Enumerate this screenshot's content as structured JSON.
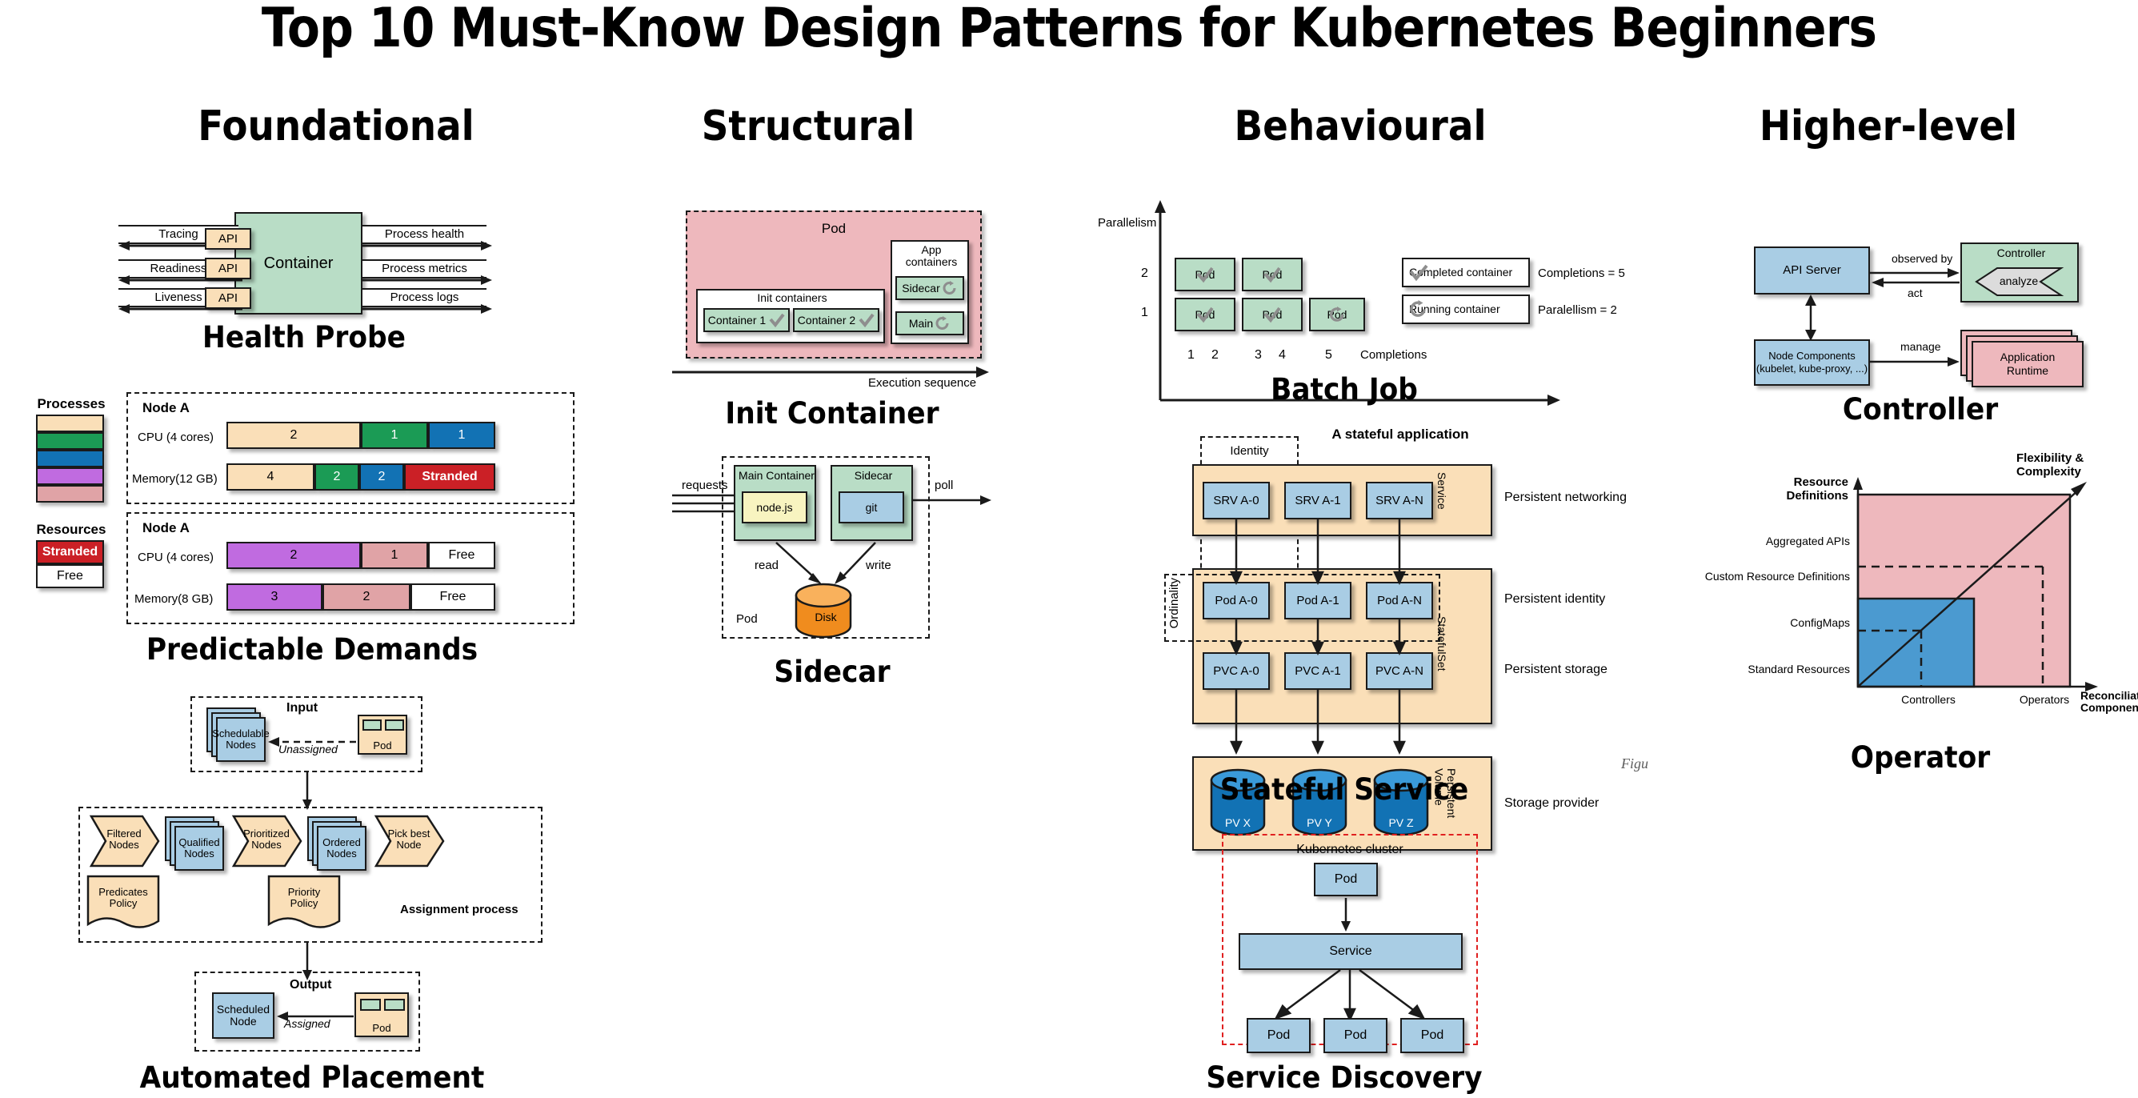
{
  "title": "Top 10 Must-Know Design Patterns for Kubernetes Beginners",
  "columns": [
    {
      "label": "Foundational"
    },
    {
      "label": "Structural"
    },
    {
      "label": "Behavioural"
    },
    {
      "label": "Higher-level"
    }
  ],
  "patterns": {
    "health_probe": {
      "title": "Health Probe",
      "left_arrows": [
        "Tracing",
        "Readiness",
        "Liveness"
      ],
      "api_boxes": [
        "API",
        "API",
        "API"
      ],
      "container": "Container",
      "right_arrows": [
        "Process health",
        "Process metrics",
        "Process logs"
      ]
    },
    "predictable_demands": {
      "title": "Predictable Demands",
      "legend_processes_title": "Processes",
      "legend_resources_title": "Resources",
      "legend_resources": [
        "Stranded",
        "Free"
      ],
      "node_top": {
        "name": "Node A",
        "cpu_label": "CPU (4 cores)",
        "cpu_segments": [
          "2",
          "1",
          "1"
        ],
        "mem_label": "Memory(12 GB)",
        "mem_segments": [
          "4",
          "2",
          "2",
          "Stranded"
        ]
      },
      "node_bottom": {
        "name": "Node A",
        "cpu_label": "CPU (4 cores)",
        "cpu_segments": [
          "2",
          "1",
          "Free"
        ],
        "mem_label": "Memory(8 GB)",
        "mem_segments": [
          "3",
          "2",
          "Free"
        ]
      }
    },
    "automated_placement": {
      "title": "Automated Placement",
      "input_label": "Input",
      "schedulable_nodes": "Schedulable\nNodes",
      "unassigned": "Unassigned",
      "pod": "Pod",
      "process_label": "Assignment process",
      "steps": [
        "Filtered\nNodes",
        "Qualified\nNodes",
        "Prioritized\nNodes",
        "Ordered\nNodes",
        "Pick best\nNode"
      ],
      "policies": [
        "Predicates\nPolicy",
        "Priority\nPolicy"
      ],
      "output_label": "Output",
      "scheduled_node": "Scheduled\nNode",
      "assigned": "Assigned",
      "output_pod": "Pod"
    },
    "init_container": {
      "title": "Init Container",
      "pod": "Pod",
      "init_containers_label": "Init containers",
      "init_containers": [
        "Container 1",
        "Container 2"
      ],
      "app_containers_label": "App\ncontainers",
      "app_containers": [
        "Sidecar",
        "Main"
      ],
      "axis_label": "Execution sequence"
    },
    "sidecar": {
      "title": "Sidecar",
      "requests": "requests",
      "main_container": "Main Container",
      "main_app": "node.js",
      "sidecar": "Sidecar",
      "sidecar_app": "git",
      "poll": "poll",
      "read": "read",
      "write": "write",
      "disk": "Disk",
      "pod": "Pod"
    },
    "batch_job": {
      "title": "Batch Job",
      "y_axis": "Parallelism",
      "x_axis": "Completions",
      "y_ticks": [
        "2",
        "1"
      ],
      "x_ticks": [
        "1",
        "2",
        "3",
        "4",
        "5"
      ],
      "pod_label": "Pod",
      "pods_row2": [
        "done",
        "done"
      ],
      "pods_row1": [
        "done",
        "done",
        "running"
      ],
      "legend": [
        {
          "label": "Completed container",
          "icon": "check-icon",
          "note": "Completions = 5"
        },
        {
          "label": "Running container",
          "icon": "refresh-icon",
          "note": "Paralellism = 2"
        }
      ]
    },
    "stateful_service": {
      "title": "Stateful Service",
      "heading": "A stateful application",
      "identity": "Identity",
      "ordinality": "Ordinality",
      "srv": [
        "SRV A-0",
        "SRV A-1",
        "SRV A-N"
      ],
      "pods": [
        "Pod A-0",
        "Pod A-1",
        "Pod A-N"
      ],
      "pvcs": [
        "PVC A-0",
        "PVC A-1",
        "PVC A-N"
      ],
      "pvs": [
        "PV X",
        "PV Y",
        "PV Z"
      ],
      "band_labels": [
        "Service",
        "StatefulSet",
        "Persistent\nVolume"
      ],
      "right_labels": [
        "Persistent networking",
        "Persistent identity",
        "Persistent storage",
        "Storage provider"
      ],
      "watermark": "Figu"
    },
    "service_discovery": {
      "title": "Service Discovery",
      "cluster_label": "Kubernetes cluster",
      "top_pod": "Pod",
      "service": "Service",
      "bottom_pods": [
        "Pod",
        "Pod",
        "Pod"
      ]
    },
    "controller": {
      "title": "Controller",
      "api_server": "API Server",
      "observed_by": "observed by",
      "act": "act",
      "controller": "Controller",
      "analyze": "analyze",
      "node_components": "Node Components\n(kubelet, kube-proxy, ...)",
      "manage": "manage",
      "app_runtime": "Application\nRuntime"
    },
    "operator": {
      "title": "Operator",
      "y_axis": "Resource\nDefinitions",
      "x_axis": "Reconciliation\nComponents",
      "diagonal_label": "Flexibility &\nComplexity",
      "y_ticks": [
        "Aggregated APIs",
        "Custom Resource Definitions",
        "ConfigMaps",
        "Standard Resources"
      ],
      "x_ticks": [
        "Controllers",
        "Operators"
      ]
    }
  },
  "colors": {
    "green": "#b9ddc6",
    "orange": "#fadfb8",
    "blue": "#a9cde4",
    "pink": "#eeb8bd",
    "yellow": "#f8f4c0",
    "violet": "#c06be0",
    "rose": "#e0a3a6",
    "red": "#cb2026",
    "dark_green": "#1b9b55",
    "dark_blue": "#1272b4",
    "disk_orange": "#f08c1e",
    "pv_blue": "#1b7fc4",
    "dashed_red": "#e02020",
    "stroke": "#1a1a1a"
  },
  "chart_data": [
    {
      "type": "bar",
      "title": "Predictable Demands - Node A (top)",
      "categories": [
        "CPU (4 cores)",
        "Memory(12 GB)"
      ],
      "series": [
        {
          "name": "CPU",
          "segments": [
            {
              "label": "2",
              "value": 2,
              "color": "#fadfb8"
            },
            {
              "label": "1",
              "value": 1,
              "color": "#1b9b55"
            },
            {
              "label": "1",
              "value": 1,
              "color": "#1272b4"
            }
          ]
        },
        {
          "name": "Memory",
          "segments": [
            {
              "label": "4",
              "value": 4,
              "color": "#fadfb8"
            },
            {
              "label": "2",
              "value": 2,
              "color": "#1b9b55"
            },
            {
              "label": "2",
              "value": 2,
              "color": "#1272b4"
            },
            {
              "label": "Stranded",
              "value": 4,
              "color": "#cb2026"
            }
          ]
        }
      ],
      "xlabel": "",
      "ylabel": ""
    },
    {
      "type": "bar",
      "title": "Predictable Demands - Node A (bottom)",
      "categories": [
        "CPU (4 cores)",
        "Memory(8 GB)"
      ],
      "series": [
        {
          "name": "CPU",
          "segments": [
            {
              "label": "2",
              "value": 2,
              "color": "#c06be0"
            },
            {
              "label": "1",
              "value": 1,
              "color": "#e0a3a6"
            },
            {
              "label": "Free",
              "value": 1,
              "color": "#ffffff"
            }
          ]
        },
        {
          "name": "Memory",
          "segments": [
            {
              "label": "3",
              "value": 3,
              "color": "#c06be0"
            },
            {
              "label": "2",
              "value": 2,
              "color": "#e0a3a6"
            },
            {
              "label": "Free",
              "value": 3,
              "color": "#ffffff"
            }
          ]
        }
      ],
      "xlabel": "",
      "ylabel": ""
    },
    {
      "type": "scatter",
      "title": "Batch Job",
      "xlabel": "Completions",
      "ylabel": "Parallelism",
      "x": [
        1,
        2,
        3,
        4,
        5
      ],
      "y_levels": [
        1,
        2
      ],
      "points": [
        {
          "x": 1,
          "y": 2,
          "state": "completed"
        },
        {
          "x": 2,
          "y": 2,
          "state": "completed"
        },
        {
          "x": 1,
          "y": 1,
          "state": "completed"
        },
        {
          "x": 2,
          "y": 1,
          "state": "completed"
        },
        {
          "x": 3,
          "y": 1,
          "state": "running"
        }
      ],
      "annotations": [
        "Completions = 5",
        "Paralellism = 2"
      ]
    },
    {
      "type": "area",
      "title": "Operator",
      "xlabel": "Reconciliation Components",
      "ylabel": "Resource Definitions",
      "x_ticks": [
        "Controllers",
        "Operators"
      ],
      "y_ticks": [
        "Standard Resources",
        "ConfigMaps",
        "Custom Resource Definitions",
        "Aggregated APIs"
      ],
      "regions": [
        {
          "name": "lower-left",
          "color": "#4b9ad0",
          "extent": [
            0,
            0.55,
            0,
            0.55
          ]
        },
        {
          "name": "upper-right",
          "color": "#eeb8bd",
          "extent": [
            0,
            1,
            0,
            1
          ]
        }
      ],
      "diagonal": {
        "from": [
          0,
          0
        ],
        "to": [
          1,
          1
        ],
        "label": "Flexibility & Complexity"
      },
      "markers": [
        {
          "x": 0.33,
          "y": 0.33,
          "label": "Controllers"
        },
        {
          "x": 0.78,
          "y": 0.78,
          "label": "Operators"
        }
      ]
    }
  ]
}
